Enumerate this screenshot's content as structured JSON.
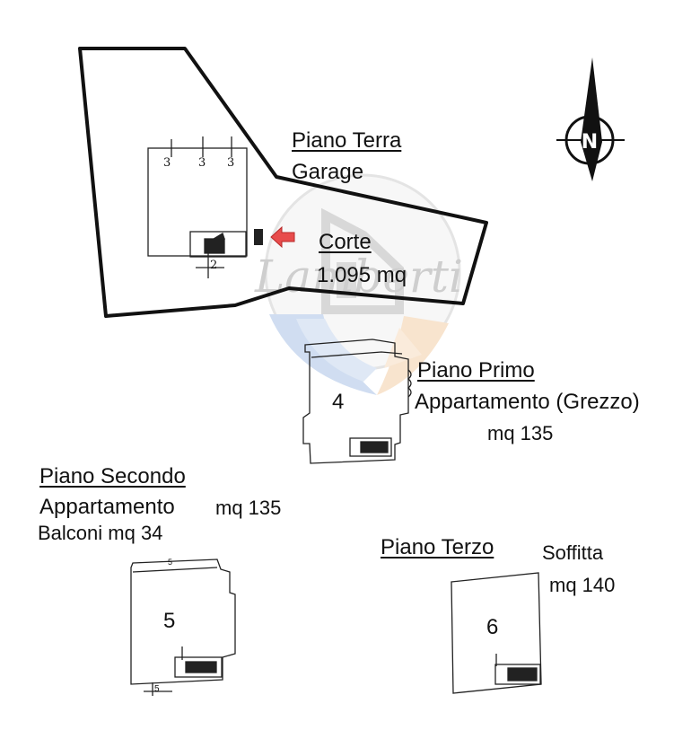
{
  "compass": {
    "letter": "N",
    "icon": "north-arrow-icon"
  },
  "watermark": {
    "text": "Lamberti",
    "icon": "agency-logo-icon"
  },
  "marker": {
    "icon": "red-arrow-icon",
    "color": "#e84c4c"
  },
  "ground_floor": {
    "heading": "Piano Terra",
    "use": "Garage",
    "area_label": "Corte",
    "area_value": "1.095 mq",
    "plan_numbers": [
      "3",
      "3",
      "3",
      "2"
    ]
  },
  "first_floor": {
    "heading": "Piano Primo",
    "use": "Appartamento (Grezzo)",
    "area": "mq 135",
    "plan_number": "4"
  },
  "second_floor": {
    "heading": "Piano Secondo",
    "use": "Appartamento",
    "area": "mq 135",
    "balconies": "Balconi mq 34",
    "plan_number": "5",
    "small_numbers": [
      "5",
      "5"
    ]
  },
  "third_floor": {
    "heading": "Piano Terzo",
    "use": "Soffitta",
    "area": "mq 140",
    "plan_number": "6"
  }
}
